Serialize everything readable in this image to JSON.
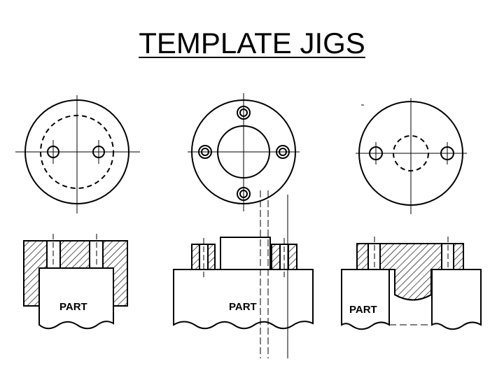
{
  "title": "TEMPLATE JIGS",
  "jigs": [
    {
      "part_label": "PART"
    },
    {
      "part_label": "PART"
    },
    {
      "part_label": "PART"
    }
  ]
}
